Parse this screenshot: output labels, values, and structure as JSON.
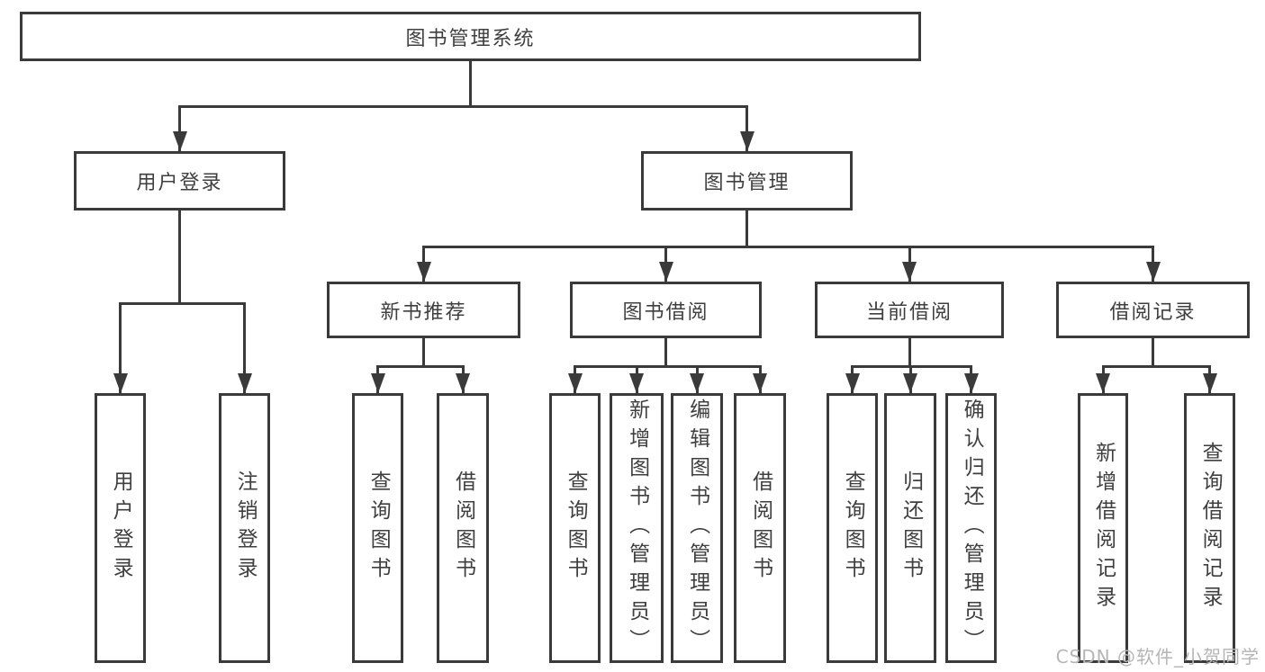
{
  "diagram": {
    "watermark": "CSDN @软件_小贺同学",
    "colors": {
      "line": "#3a3a3a",
      "text": "#3f3f3f",
      "box_bg": "#ffffff",
      "watermark": "#b5b5b5"
    },
    "nodes": [
      {
        "id": "root",
        "label": "图书管理系统",
        "parent": null
      },
      {
        "id": "user-login",
        "label": "用户登录",
        "parent": "root"
      },
      {
        "id": "book-mgmt",
        "label": "图书管理",
        "parent": "root"
      },
      {
        "id": "new-book-rec",
        "label": "新书推荐",
        "parent": "book-mgmt"
      },
      {
        "id": "book-borrow",
        "label": "图书借阅",
        "parent": "book-mgmt"
      },
      {
        "id": "current-borrow",
        "label": "当前借阅",
        "parent": "book-mgmt"
      },
      {
        "id": "borrow-records",
        "label": "借阅记录",
        "parent": "book-mgmt"
      },
      {
        "id": "user-login-leaf",
        "label": "用户登录",
        "parent": "user-login"
      },
      {
        "id": "logout-leaf",
        "label": "注销登录",
        "parent": "user-login"
      },
      {
        "id": "query-book-1",
        "label": "查询图书",
        "parent": "new-book-rec"
      },
      {
        "id": "borrow-book-1",
        "label": "借阅图书",
        "parent": "new-book-rec"
      },
      {
        "id": "query-book-2",
        "label": "查询图书",
        "parent": "book-borrow"
      },
      {
        "id": "add-book",
        "label": "新增图书（管理员）",
        "parent": "book-borrow"
      },
      {
        "id": "edit-book",
        "label": "编辑图书（管理员）",
        "parent": "book-borrow"
      },
      {
        "id": "borrow-book-2",
        "label": "借阅图书",
        "parent": "book-borrow"
      },
      {
        "id": "query-book-3",
        "label": "查询图书",
        "parent": "current-borrow"
      },
      {
        "id": "return-book",
        "label": "归还图书",
        "parent": "current-borrow"
      },
      {
        "id": "confirm-return",
        "label": "确认归还（管理员）",
        "parent": "current-borrow"
      },
      {
        "id": "add-borrow-record",
        "label": "新增借阅记录",
        "parent": "borrow-records"
      },
      {
        "id": "query-borrow-record",
        "label": "查询借阅记录",
        "parent": "borrow-records"
      }
    ]
  }
}
